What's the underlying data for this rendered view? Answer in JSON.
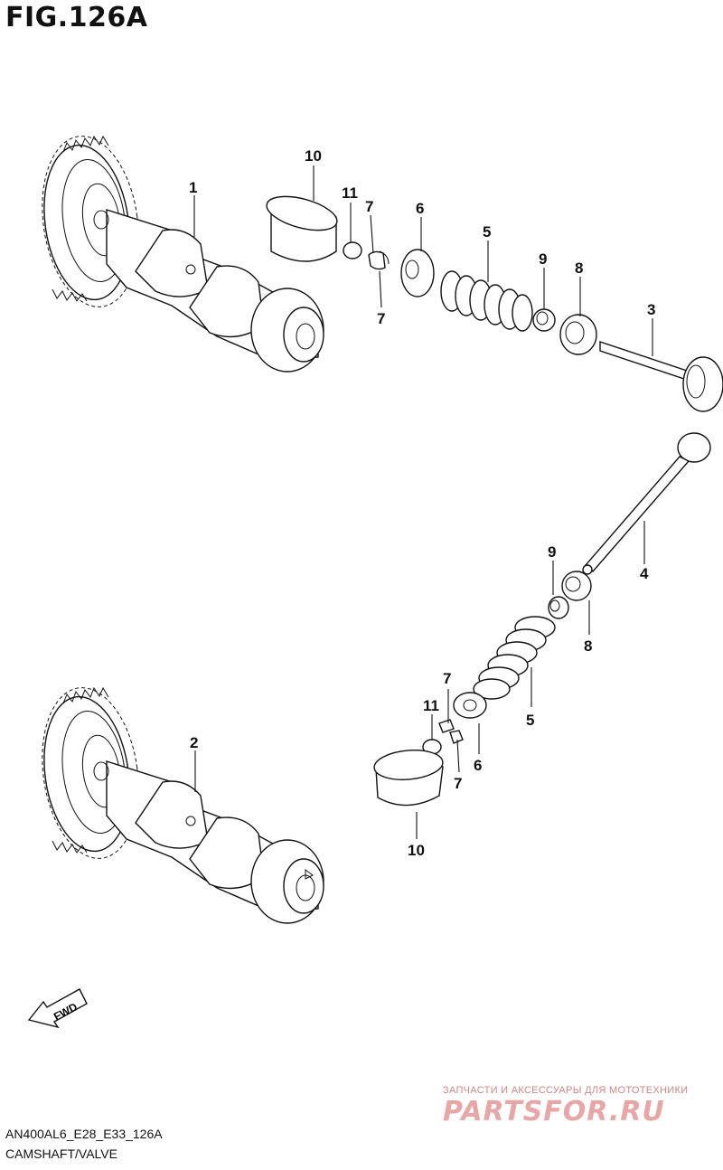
{
  "figure_title": "FIG.126A",
  "fwd_label": "FWD",
  "footer": {
    "model": "AN400AL6_E28_E33_126A",
    "name": "CAMSHAFT/VALVE"
  },
  "watermark": {
    "subtitle": "ЗАПЧАСТИ И АКСЕССУАРЫ ДЛЯ МОТОТЕХНИКИ",
    "brand": "PARTSFOR.RU"
  },
  "callouts": {
    "c1": "1",
    "c2": "2",
    "c3": "3",
    "c4": "4",
    "c5a": "5",
    "c5b": "5",
    "c6a": "6",
    "c6b": "6",
    "c7a": "7",
    "c7b": "7",
    "c7c": "7",
    "c7d": "7",
    "c8a": "8",
    "c8b": "8",
    "c9a": "9",
    "c9b": "9",
    "c10a": "10",
    "c10b": "10",
    "c11a": "11",
    "c11b": "11"
  }
}
